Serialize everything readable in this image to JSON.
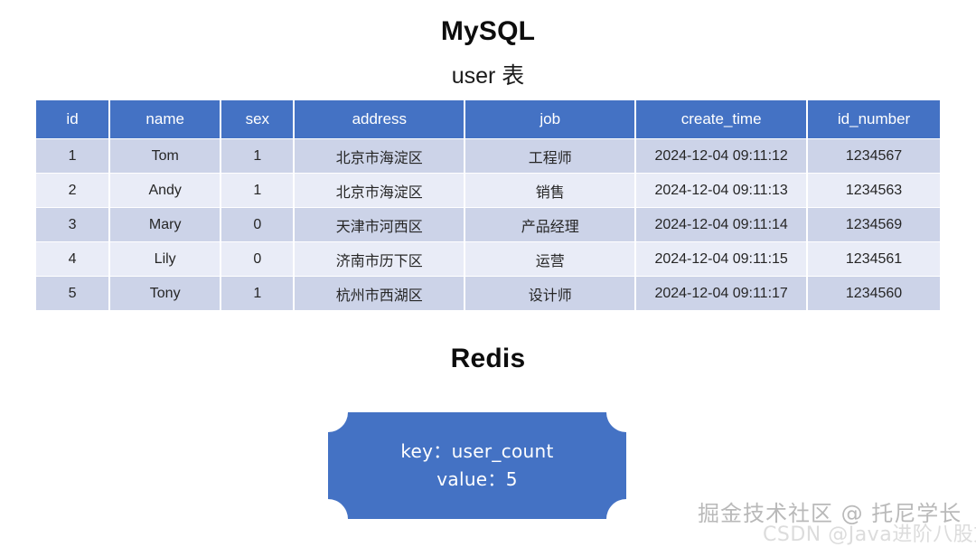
{
  "mysql": {
    "title": "MySQL",
    "table_caption": "user 表",
    "table": {
      "columns": [
        "id",
        "name",
        "sex",
        "address",
        "job",
        "create_time",
        "id_number"
      ],
      "rows": [
        [
          "1",
          "Tom",
          "1",
          "北京市海淀区",
          "工程师",
          "2024-12-04 09:11:12",
          "1234567"
        ],
        [
          "2",
          "Andy",
          "1",
          "北京市海淀区",
          "销售",
          "2024-12-04 09:11:13",
          "1234563"
        ],
        [
          "3",
          "Mary",
          "0",
          "天津市河西区",
          "产品经理",
          "2024-12-04 09:11:14",
          "1234569"
        ],
        [
          "4",
          "Lily",
          "0",
          "济南市历下区",
          "运营",
          "2024-12-04 09:11:15",
          "1234561"
        ],
        [
          "5",
          "Tony",
          "1",
          "杭州市西湖区",
          "设计师",
          "2024-12-04 09:11:17",
          "1234560"
        ]
      ]
    }
  },
  "redis": {
    "title": "Redis",
    "box": {
      "key_line": "key：user_count",
      "value_line": "value：5"
    }
  },
  "watermarks": {
    "juejin": "掘金技术社区 @ 托尼学长",
    "csdn": "CSDN @Java进阶八股文"
  },
  "colors": {
    "header_blue": "#4472c4",
    "row_band_dark": "#ccd3e8",
    "row_band_light": "#e9ecf7",
    "shape_blue": "#4472c4",
    "text_dark": "#262626",
    "text_white": "#ffffff"
  }
}
